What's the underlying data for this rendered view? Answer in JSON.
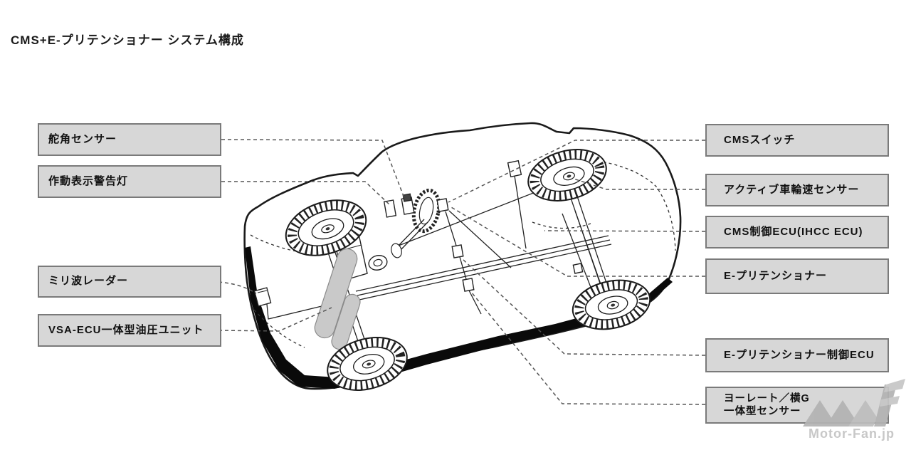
{
  "title": "CMS+E-プリテンショナー システム構成",
  "boxes": {
    "left": [
      {
        "label": "舵角センサー"
      },
      {
        "label": "作動表示警告灯"
      },
      {
        "label": "ミリ波レーダー"
      },
      {
        "label": "VSA-ECU一体型油圧ユニット"
      }
    ],
    "right": [
      {
        "label": "CMSスイッチ"
      },
      {
        "label": "アクティブ車輪速センサー"
      },
      {
        "label": "CMS制御ECU(IHCC ECU)"
      },
      {
        "label": "E-プリテンショナー"
      },
      {
        "label": "E-プリテンショナー制御ECU"
      },
      {
        "label": "ヨーレート／横G\n一体型センサー"
      }
    ]
  },
  "watermark": {
    "text": "Motor-Fan.jp"
  },
  "colors": {
    "box_fill": "#d7d7d7",
    "box_border": "#7a7a7a",
    "outline": "#1a1a1a",
    "leader": "#555555",
    "component_gray": "#c9c9c9",
    "watermark_text": "#c8c8c8",
    "logo_gray": "#b3b3b3"
  }
}
